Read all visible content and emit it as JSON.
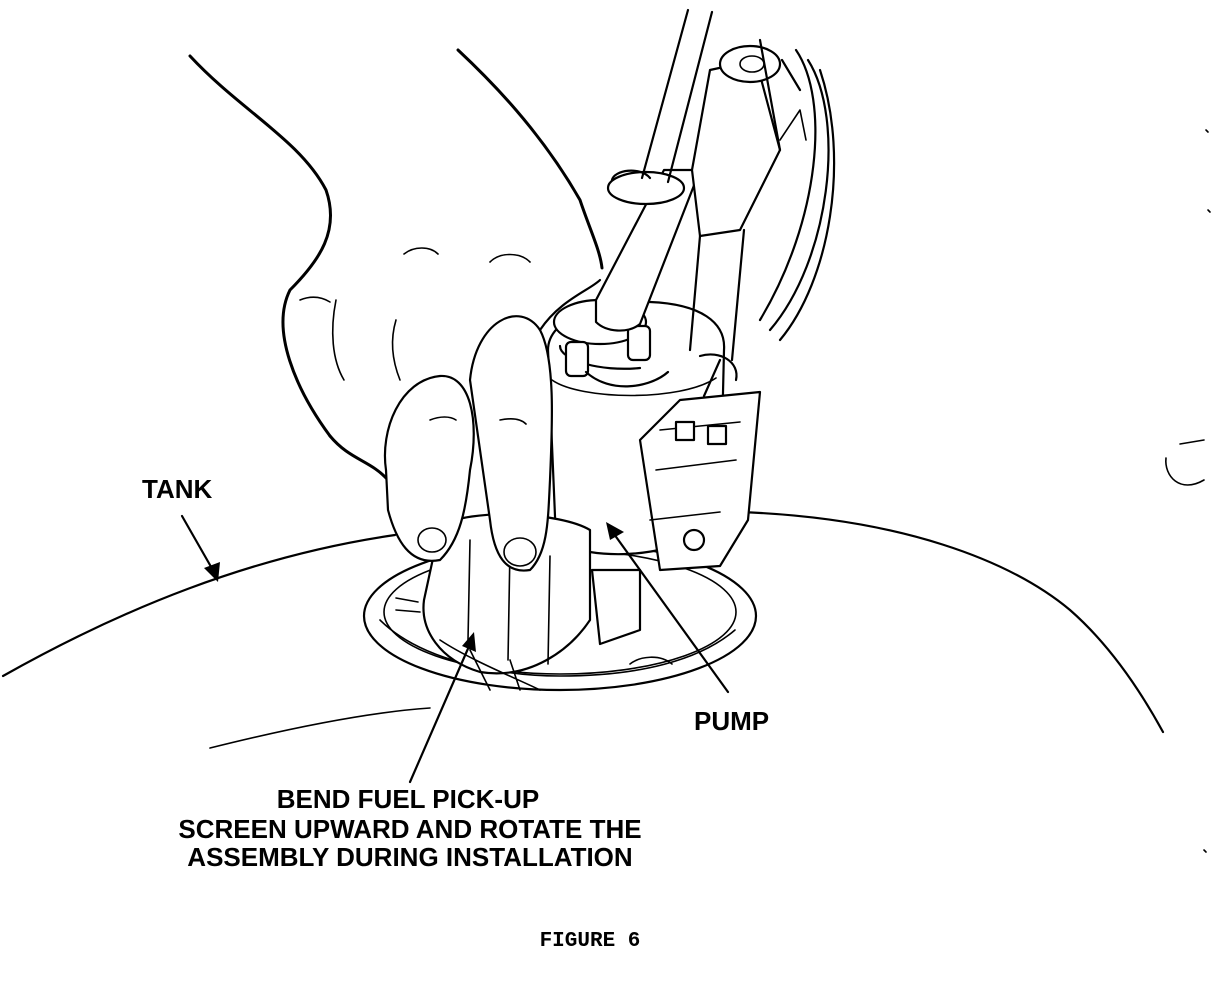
{
  "labels": {
    "tank": "TANK",
    "pump": "PUMP",
    "instruction_line1": "BEND FUEL PICK-UP",
    "instruction_line2": "SCREEN UPWARD AND ROTATE THE",
    "instruction_line3": "ASSEMBLY DURING INSTALLATION"
  },
  "caption": "FIGURE 6"
}
